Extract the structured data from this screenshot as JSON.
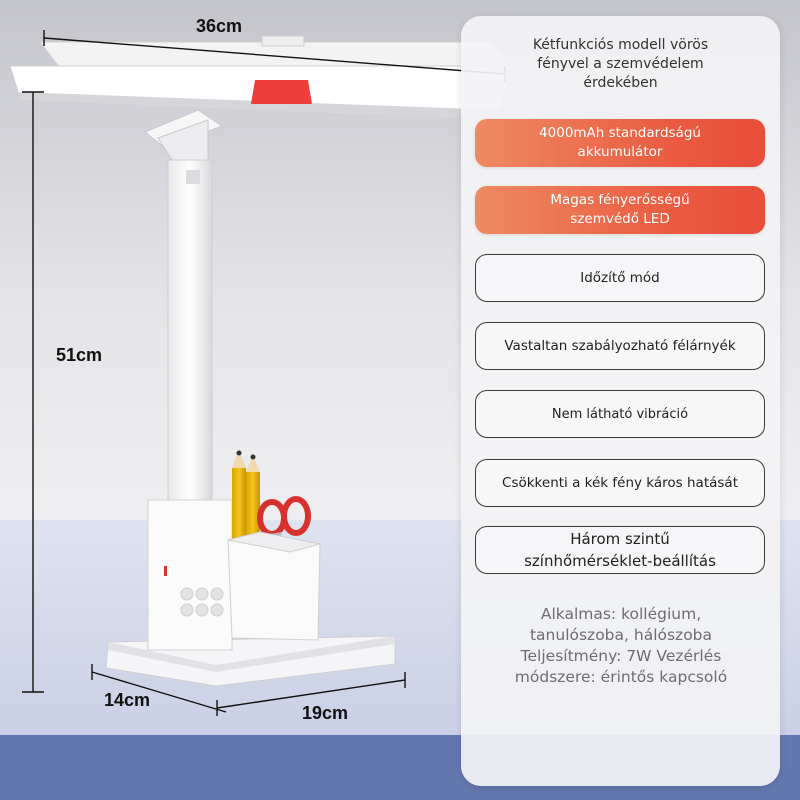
{
  "dimensions": {
    "width": "36cm",
    "height": "51cm",
    "depth": "14cm",
    "base_width": "19cm"
  },
  "info_panel": {
    "intro_lines": [
      "Kétfunkciós modell vörös",
      "fényvel a szemvédelem",
      "érdekében"
    ],
    "features": [
      {
        "lines": [
          "4000mAh standardságú",
          "akkumulátor"
        ],
        "style": "highlight"
      },
      {
        "lines": [
          "Magas fényerősségű",
          "szemvédő LED"
        ],
        "style": "highlight"
      },
      {
        "lines": [
          "Időzítő mód"
        ],
        "style": "outline"
      },
      {
        "lines": [
          "Vastaltan szabályozható félárnyék"
        ],
        "style": "outline"
      },
      {
        "lines": [
          "Nem látható vibráció"
        ],
        "style": "outline"
      },
      {
        "lines": [
          "Csökkenti a kék fény káros hatását"
        ],
        "style": "outline"
      },
      {
        "lines": [
          "Három szintű",
          "színhőmérséklet-beállítás"
        ],
        "style": "outline"
      }
    ],
    "footer_lines": [
      "Alkalmas: kollégium,",
      "tanulószoba, hálószoba",
      "Teljesítmény: 7W Vezérlés",
      "módszere: érintős kapcsoló"
    ]
  },
  "colors": {
    "accent_red": "#ee3e3a",
    "highlight_start": "#ee8a62",
    "highlight_end": "#e84d3a",
    "floor_blue": "#6478b0",
    "wall_top": "#c4c5cb"
  }
}
